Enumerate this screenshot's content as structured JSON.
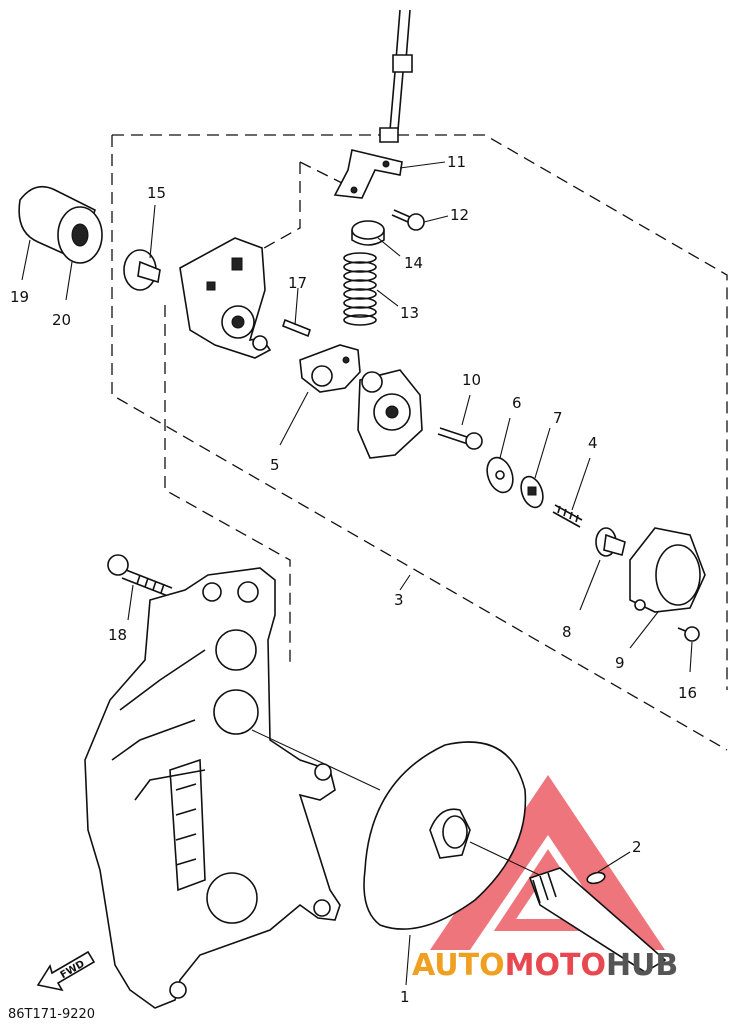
{
  "diagram": {
    "part_code": "86T171-9220",
    "fwd_label": "FWD",
    "callouts": [
      "1",
      "2",
      "3",
      "4",
      "5",
      "6",
      "7",
      "8",
      "9",
      "10",
      "11",
      "12",
      "13",
      "14",
      "15",
      "16",
      "17",
      "18",
      "19",
      "20"
    ]
  },
  "watermark": {
    "brand_part1": "AUTO",
    "brand_part2": "MOTO",
    "brand_part3": "HUB",
    "colors": {
      "triangle": "#e84850",
      "auto": "#f0a020",
      "moto": "#e84850",
      "hub": "#555555"
    }
  }
}
